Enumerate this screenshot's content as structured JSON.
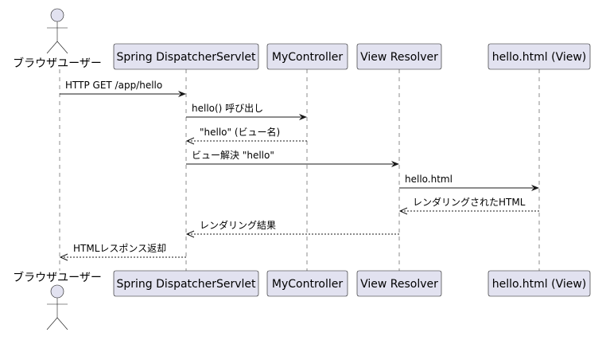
{
  "participants": [
    {
      "id": "browser",
      "label": "ブラウザユーザー",
      "kind": "actor"
    },
    {
      "id": "dispatcher",
      "label": "Spring DispatcherServlet",
      "kind": "box"
    },
    {
      "id": "controller",
      "label": "MyController",
      "kind": "box"
    },
    {
      "id": "resolver",
      "label": "View Resolver",
      "kind": "box"
    },
    {
      "id": "view",
      "label": "hello.html (View)",
      "kind": "box"
    }
  ],
  "messages": [
    {
      "from": "browser",
      "to": "dispatcher",
      "label": "HTTP GET /app/hello",
      "style": "solid"
    },
    {
      "from": "dispatcher",
      "to": "controller",
      "label": "hello() 呼び出し",
      "style": "solid"
    },
    {
      "from": "controller",
      "to": "dispatcher",
      "label": "\"hello\" (ビュー名)",
      "style": "dashed"
    },
    {
      "from": "dispatcher",
      "to": "resolver",
      "label": "ビュー解決 \"hello\"",
      "style": "solid"
    },
    {
      "from": "resolver",
      "to": "view",
      "label": "hello.html",
      "style": "solid"
    },
    {
      "from": "view",
      "to": "resolver",
      "label": "レンダリングされたHTML",
      "style": "dashed"
    },
    {
      "from": "resolver",
      "to": "dispatcher",
      "label": "レンダリング結果",
      "style": "dashed"
    },
    {
      "from": "dispatcher",
      "to": "browser",
      "label": "HTMLレスポンス返却",
      "style": "dashed"
    }
  ]
}
